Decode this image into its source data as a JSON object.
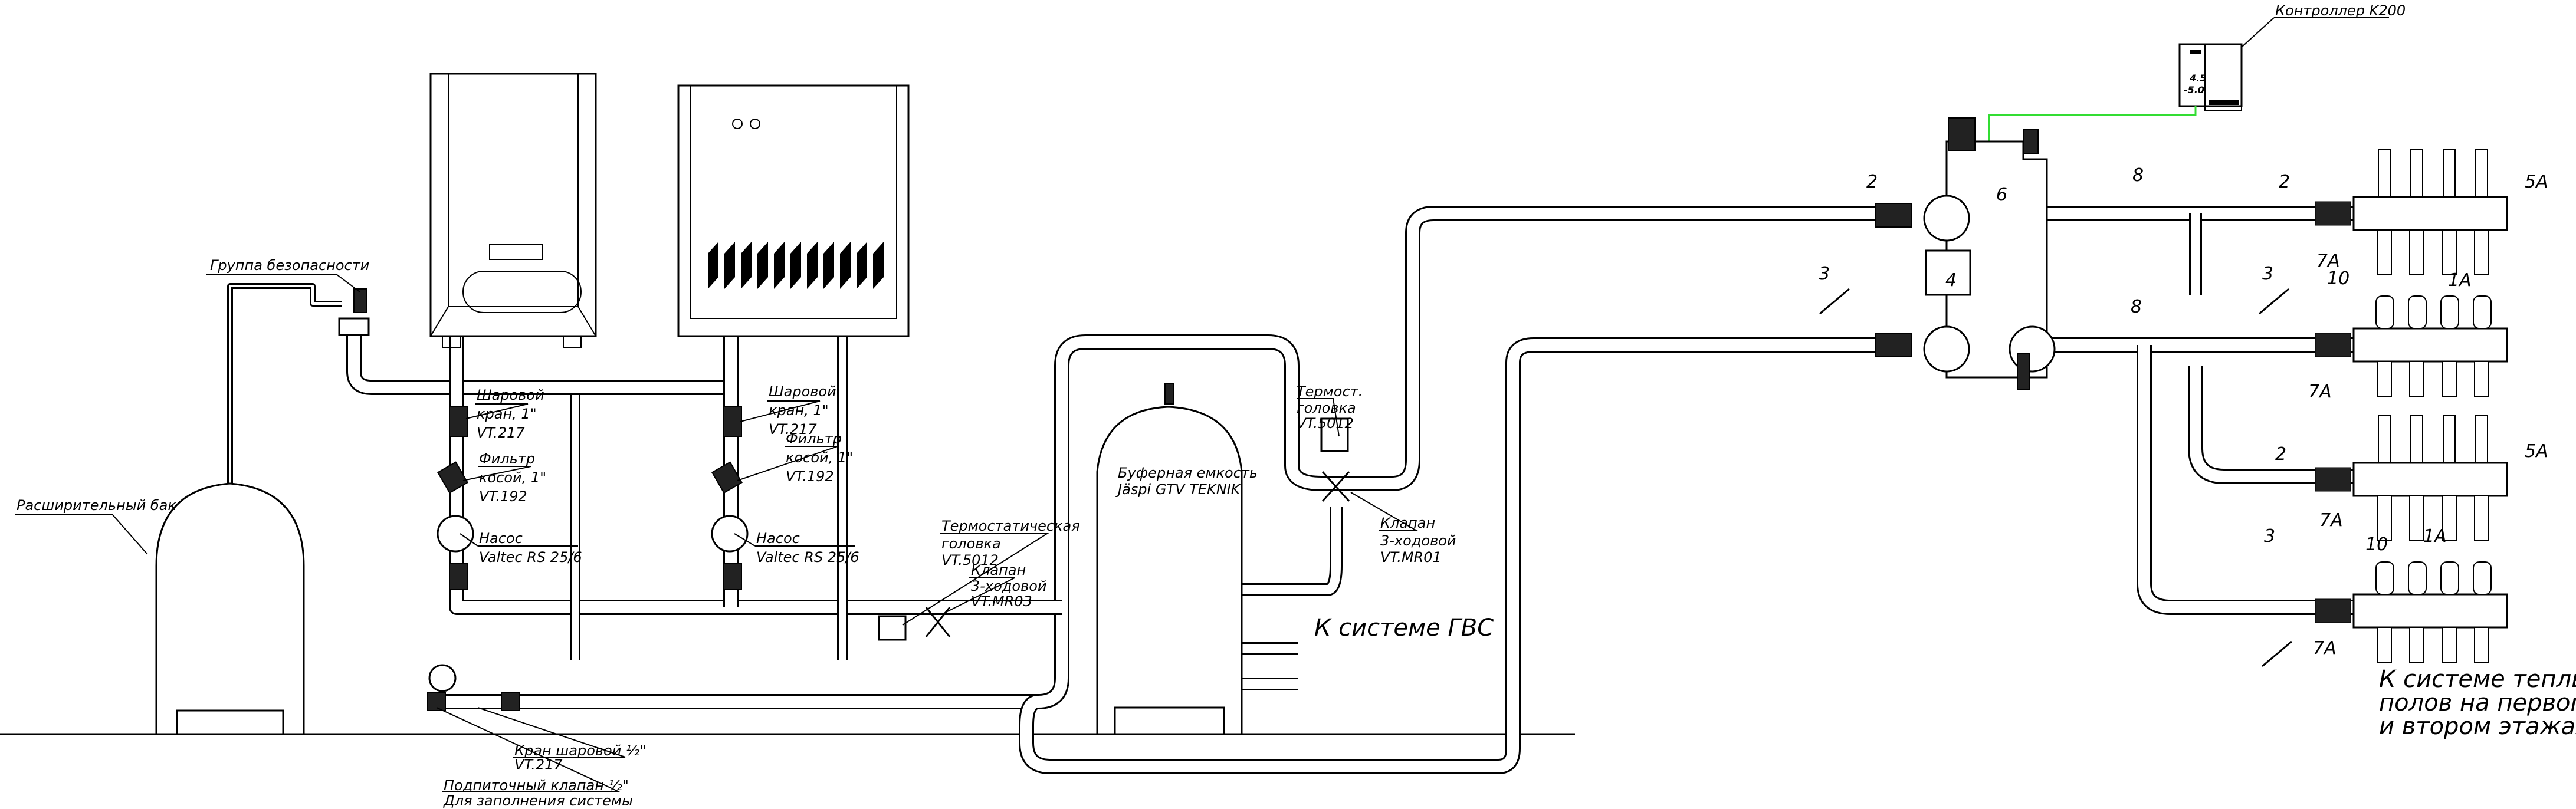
{
  "labels": {
    "safety_group": "Группа безопасности",
    "expansion_tank": "Расширительный бак",
    "ball_valve_1": [
      "Шаровой",
      "кран, 1\"",
      "VT.217"
    ],
    "ball_valve_2": [
      "Шаровой",
      "кран, 1\"",
      "VT.217"
    ],
    "filter_1": [
      "Фильтр",
      "косой, 1\"",
      "VT.192"
    ],
    "filter_2": [
      "Фильтр",
      "косой, 1\"",
      "VT.192"
    ],
    "pump_1": [
      "Насос",
      "Valtec RS 25/6"
    ],
    "pump_2": [
      "Насос",
      "Valtec RS 25/6"
    ],
    "thermo_head_1": [
      "Термостатическая",
      "головка",
      "VT.5012"
    ],
    "valve_3way_1": [
      "Клапан",
      "3-ходовой",
      "VT.MR03"
    ],
    "buffer_tank": [
      "Буферная емкость",
      "Jäspi GTV TEKNIK"
    ],
    "thermo_head_2": [
      "Термост.",
      "головка",
      "VT.5012"
    ],
    "valve_3way_2": [
      "Клапан",
      "3-ходовой",
      "VT.MR01"
    ],
    "dhw": "К системе ГВС",
    "ball_valve_half": [
      "Кран шаровой ½\"",
      "VT.217"
    ],
    "makeup_valve": [
      "Подпиточный клапан ½\"",
      "Для заполнения системы"
    ],
    "controller": "Контроллер K200",
    "controller_display": [
      "4.5",
      "-5.0"
    ],
    "floor_heating": [
      "К системе теплых",
      "полов на первом",
      "и втором этажах"
    ]
  },
  "positions": {
    "p2a": "2",
    "p6": "6",
    "p4": "4",
    "p3a": "3",
    "p8a": "8",
    "p2b": "2",
    "p5a": "5A",
    "p7a": "7A",
    "p1a": "1A",
    "p3b": "3",
    "p10a": "10",
    "p8b": "8",
    "p7b": "7A",
    "p2c": "2",
    "p5b": "5A",
    "p7c": "7A",
    "p1b": "1A",
    "p3c": "3",
    "p10b": "10",
    "p7d": "7A"
  },
  "colors": {
    "signal_wire": "#33dd33",
    "line": "#000000"
  }
}
